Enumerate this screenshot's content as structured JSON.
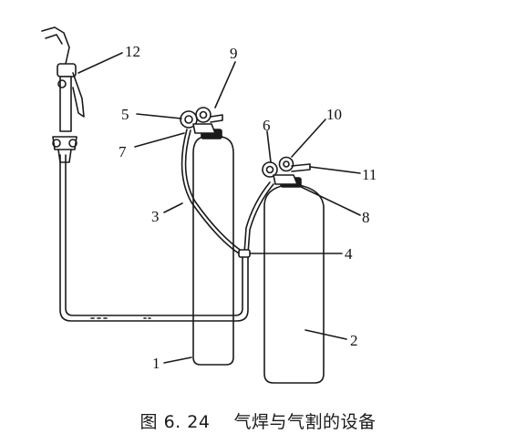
{
  "figure": {
    "labels": {
      "l1": "1",
      "l2": "2",
      "l3": "3",
      "l4": "4",
      "l5": "5",
      "l6": "6",
      "l7": "7",
      "l8": "8",
      "l9": "9",
      "l10": "10",
      "l11": "11",
      "l12": "12"
    },
    "line_color": "#1a1a1a"
  },
  "caption": {
    "number": "图 6. 24",
    "title": "气焊与气割的设备"
  }
}
